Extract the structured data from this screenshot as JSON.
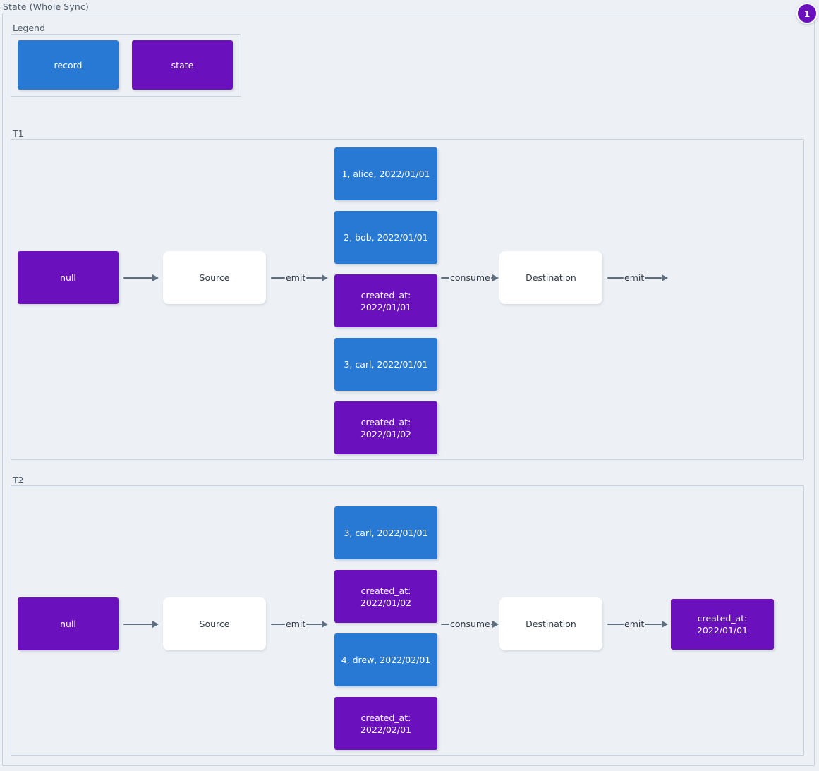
{
  "diagram": {
    "title": "State (Whole Sync)",
    "badge": "1",
    "colors": {
      "record": "#2779d4",
      "state": "#6a11bd",
      "plain": "#ffffff",
      "background": "#edf0f5",
      "border": "#c7d2de",
      "edge": "#5d6e80",
      "text": "#364150"
    }
  },
  "legend": {
    "title": "Legend",
    "items": [
      {
        "label": "record",
        "kind": "record"
      },
      {
        "label": "state",
        "kind": "state"
      }
    ]
  },
  "sections": [
    {
      "title": "T1",
      "initial_state": "null",
      "source_label": "Source",
      "destination_label": "Destination",
      "edges": {
        "state_to_source": "",
        "source_emit": "emit",
        "consume": "consume",
        "dest_emit": "emit"
      },
      "stream": [
        {
          "kind": "record",
          "label": "1, alice, 2022/01/01"
        },
        {
          "kind": "record",
          "label": "2, bob, 2022/01/01"
        },
        {
          "kind": "state",
          "label": "created_at:\n2022/01/01"
        },
        {
          "kind": "record",
          "label": "3, carl, 2022/01/01"
        },
        {
          "kind": "state",
          "label": "created_at:\n2022/01/02"
        }
      ],
      "final_state": null
    },
    {
      "title": "T2",
      "initial_state": "null",
      "source_label": "Source",
      "destination_label": "Destination",
      "edges": {
        "state_to_source": "",
        "source_emit": "emit",
        "consume": "consume",
        "dest_emit": "emit"
      },
      "stream": [
        {
          "kind": "record",
          "label": "3, carl, 2022/01/01"
        },
        {
          "kind": "state",
          "label": "created_at:\n2022/01/02"
        },
        {
          "kind": "record",
          "label": "4, drew, 2022/02/01"
        },
        {
          "kind": "state",
          "label": "created_at:\n2022/02/01"
        }
      ],
      "final_state": {
        "kind": "state",
        "label": "created_at:\n2022/01/01"
      }
    }
  ]
}
